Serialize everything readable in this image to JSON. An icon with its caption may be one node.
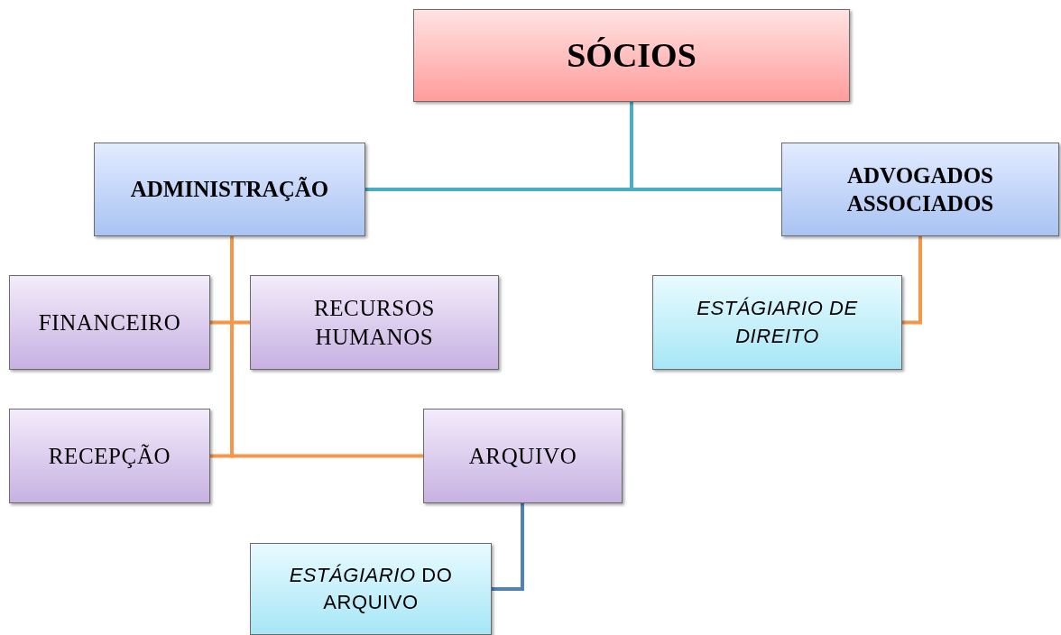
{
  "diagram": {
    "nodes": [
      {
        "text": [
          "SÓCIOS"
        ]
      },
      {
        "text": [
          "ADMINISTRAÇÃO"
        ]
      },
      {
        "text": [
          "ADVOGADOS ASSOCIADOS"
        ]
      },
      {
        "text": [
          "FINANCEIRO"
        ]
      },
      {
        "text": [
          "RECURSOS HUMANOS"
        ]
      },
      {
        "text": [
          "*ESTÁGIARIO DE DIREITO*"
        ]
      },
      {
        "text": [
          "RECEPÇÃO"
        ]
      },
      {
        "text": [
          "ARQUIVO"
        ]
      },
      {
        "text": [
          "*ESTÁGIARIO* DO ARQUIVO"
        ]
      }
    ],
    "edges": [
      {
        "from": 0,
        "to": 1,
        "arrow": "none",
        "color": "#4bacc6"
      },
      {
        "from": 0,
        "to": 2,
        "arrow": "none",
        "color": "#4bacc6"
      },
      {
        "from": 1,
        "to": 3,
        "arrow": "none"
      },
      {
        "from": 1,
        "to": 4,
        "arrow": "none"
      },
      {
        "from": 1,
        "to": 6,
        "arrow": "none"
      },
      {
        "from": 1,
        "to": 7,
        "arrow": "none"
      },
      {
        "from": 2,
        "to": 5,
        "arrow": "none"
      },
      {
        "from": 7,
        "to": 8,
        "arrow": "none",
        "color": "#4f81bd"
      }
    ]
  }
}
